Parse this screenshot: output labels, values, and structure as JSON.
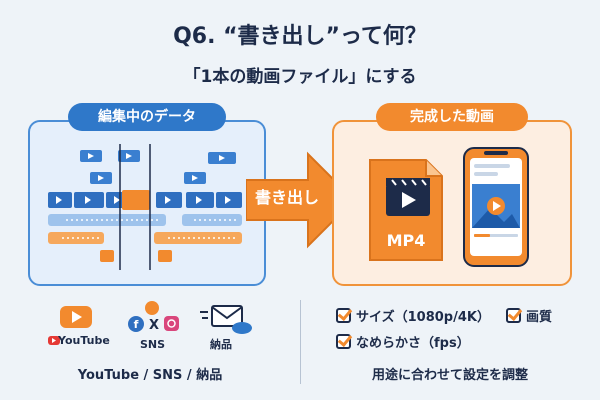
{
  "header": {
    "title": "Q6. “書き出し”って何？",
    "subtitle": "「1本の動画ファイル」にする"
  },
  "left_panel": {
    "label": "編集中のデータ"
  },
  "arrow": {
    "label": "書き出し"
  },
  "right_panel": {
    "label": "完成した動画",
    "file_label": "MP4"
  },
  "platforms": {
    "youtube_label": "YouTube",
    "sns_label": "SNS",
    "delivery_label": "納品",
    "caption": "YouTube / SNS / 納品"
  },
  "settings": {
    "options": [
      "サイズ（1080p/4K）",
      "画質",
      "なめらかさ（fps）"
    ],
    "caption": "用途に合わせて設定を調整"
  },
  "colors": {
    "blue": "#2f78c9",
    "orange": "#f28a2e",
    "navy": "#1d2b49"
  }
}
